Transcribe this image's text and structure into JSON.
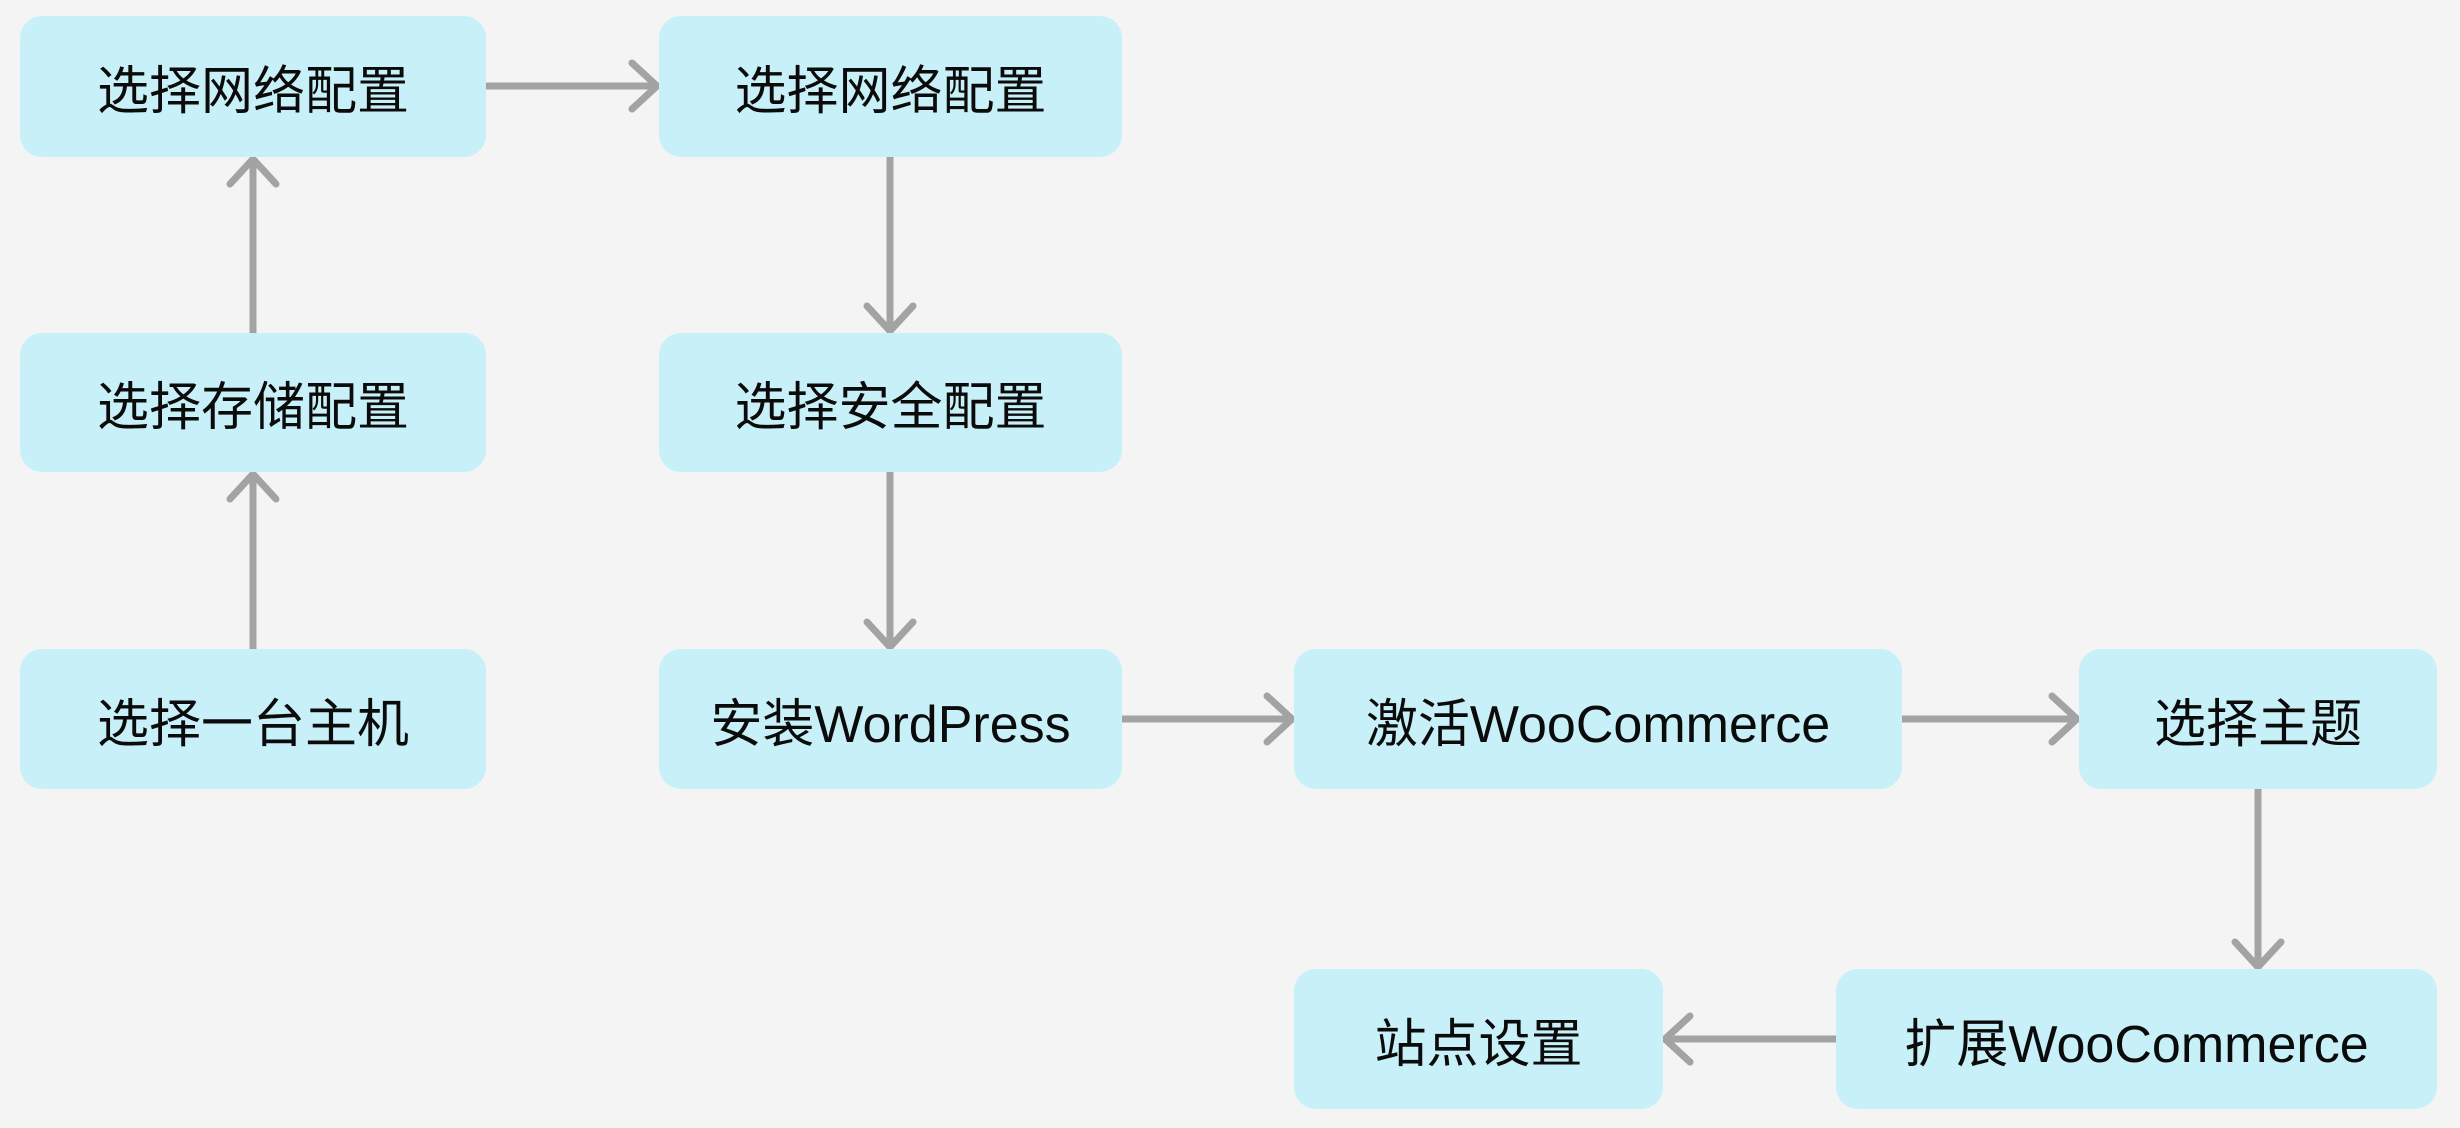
{
  "diagram": {
    "type": "flowchart",
    "background": "#f4f4f4",
    "colors": {
      "node_fill": "#c8f0f8",
      "arrow": "#a3a3a3",
      "text": "#0b0b0b"
    },
    "nodes": [
      {
        "id": "net-config-a",
        "label": "选择网络配置"
      },
      {
        "id": "net-config-b",
        "label": "选择网络配置"
      },
      {
        "id": "storage-config",
        "label": "选择存储配置"
      },
      {
        "id": "security-config",
        "label": "选择安全配置"
      },
      {
        "id": "choose-host",
        "label": "选择一台主机"
      },
      {
        "id": "install-wordpress",
        "label": "安装WordPress"
      },
      {
        "id": "activate-woocommerce",
        "label": "激活WooCommerce"
      },
      {
        "id": "choose-theme",
        "label": "选择主题"
      },
      {
        "id": "site-settings",
        "label": "站点设置"
      },
      {
        "id": "extend-woocommerce",
        "label": "扩展WooCommerce"
      }
    ],
    "edges": [
      {
        "from": "choose-host",
        "to": "storage-config"
      },
      {
        "from": "storage-config",
        "to": "net-config-a"
      },
      {
        "from": "net-config-a",
        "to": "net-config-b"
      },
      {
        "from": "net-config-b",
        "to": "security-config"
      },
      {
        "from": "security-config",
        "to": "install-wordpress"
      },
      {
        "from": "install-wordpress",
        "to": "activate-woocommerce"
      },
      {
        "from": "activate-woocommerce",
        "to": "choose-theme"
      },
      {
        "from": "choose-theme",
        "to": "extend-woocommerce"
      },
      {
        "from": "extend-woocommerce",
        "to": "site-settings"
      }
    ]
  }
}
